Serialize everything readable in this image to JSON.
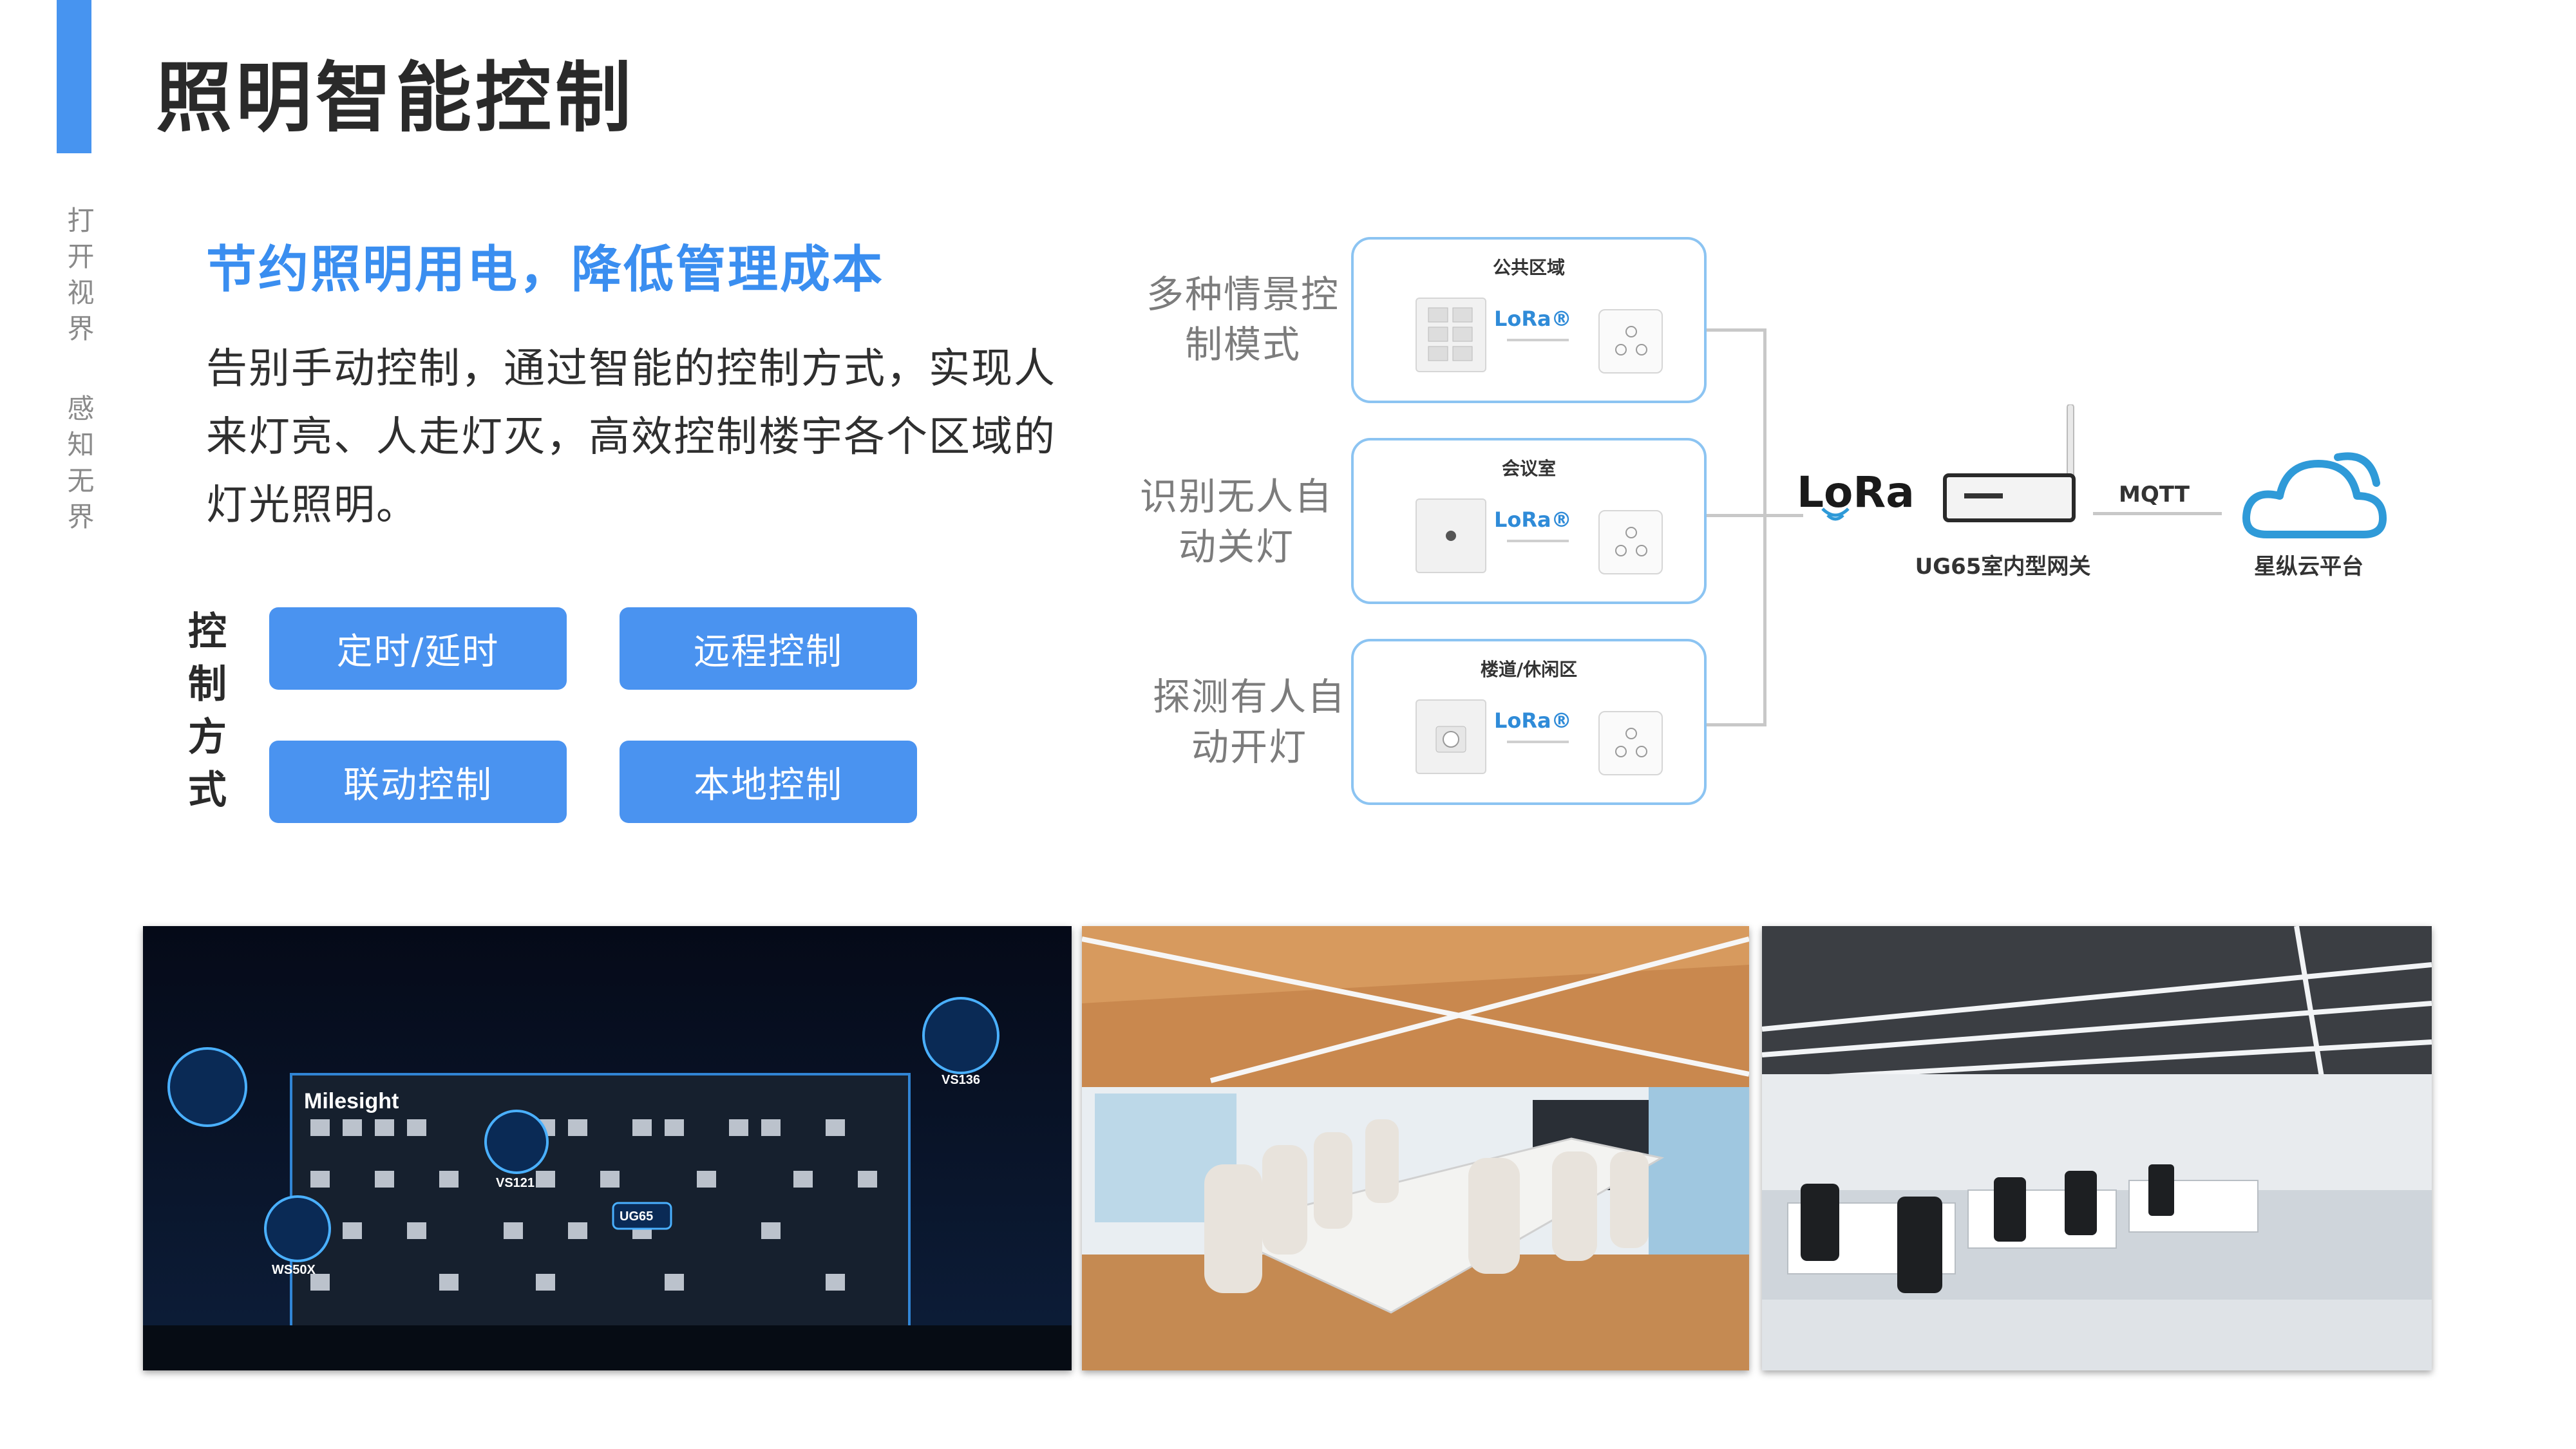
{
  "header": {
    "title": "照明智能控制",
    "side_texts": [
      "打开视界",
      "感知无界"
    ]
  },
  "intro": {
    "subtitle": "节约照明用电，降低管理成本",
    "description": "告别手动控制，通过智能的控制方式，实现人来灯亮、人走灯灭，高效控制楼宇各个区域的灯光照明。"
  },
  "methods": {
    "label": "控制方式",
    "items": [
      "定时/延时",
      "远程控制",
      "联动控制",
      "本地控制"
    ]
  },
  "diagram": {
    "scenes": [
      {
        "label": "多种情景控制模式",
        "zone": "公共区域"
      },
      {
        "label": "识别无人自动关灯",
        "zone": "会议室"
      },
      {
        "label": "探测有人自动开灯",
        "zone": "楼道/休闲区"
      }
    ],
    "lora_mini_text": "LoRa®",
    "lora_logo": "LoRa",
    "gateway_label": "UG65室内型网关",
    "protocol_label": "MQTT",
    "cloud_label": "星纵云平台"
  },
  "photos": {
    "building_overlay_texts": [
      "Milesight",
      "VS121",
      "WS50X",
      "UG65",
      "VS136"
    ]
  },
  "colors": {
    "accent": "#4794f0",
    "subtitle": "#3a8ef0",
    "button": "#4a93f0",
    "card_border": "#8cc4f2"
  }
}
